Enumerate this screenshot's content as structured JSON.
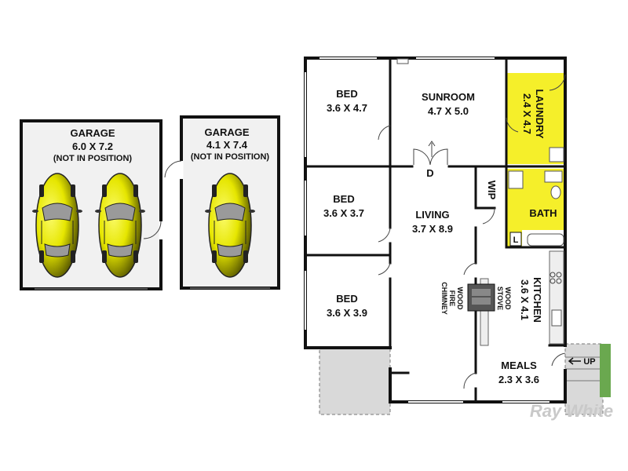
{
  "garages": [
    {
      "name": "GARAGE",
      "size": "6.0 X 7.2",
      "note": "(NOT IN POSITION)"
    },
    {
      "name": "GARAGE",
      "size": "4.1 X 7.4",
      "note": "(NOT IN POSITION)"
    }
  ],
  "rooms": {
    "bed1": {
      "name": "BED",
      "size": "3.6 X 4.7"
    },
    "sunroom": {
      "name": "SUNROOM",
      "size": "4.7 X 5.0"
    },
    "laundry": {
      "name": "LAUNDRY",
      "size": "2.4 X 4.7"
    },
    "bed2": {
      "name": "BED",
      "size": "3.6 X 3.7"
    },
    "living": {
      "name": "LIVING",
      "size": "3.7 X 8.9"
    },
    "wip": {
      "name": "WIP"
    },
    "bath": {
      "name": "BATH"
    },
    "bed3": {
      "name": "BED",
      "size": "3.6 X 3.9"
    },
    "kitchen": {
      "name": "KITCHEN",
      "size": "3.6 X 4.1"
    },
    "meals": {
      "name": "MEALS",
      "size": "2.3 X 3.6"
    }
  },
  "labels": {
    "door": "D",
    "toilet": "L",
    "up": "UP",
    "wood_fire": [
      "WOOD",
      "FIRE",
      "CHIMNEY"
    ],
    "wood_stove": [
      "WOOD",
      "STOVE"
    ]
  },
  "brand": "Ray White",
  "colors": {
    "wet_areas": "#f5ef2a",
    "car": "#e6e600",
    "floor": "#f1f1f1",
    "wall": "#111111",
    "brand": "#c9c9c9"
  }
}
